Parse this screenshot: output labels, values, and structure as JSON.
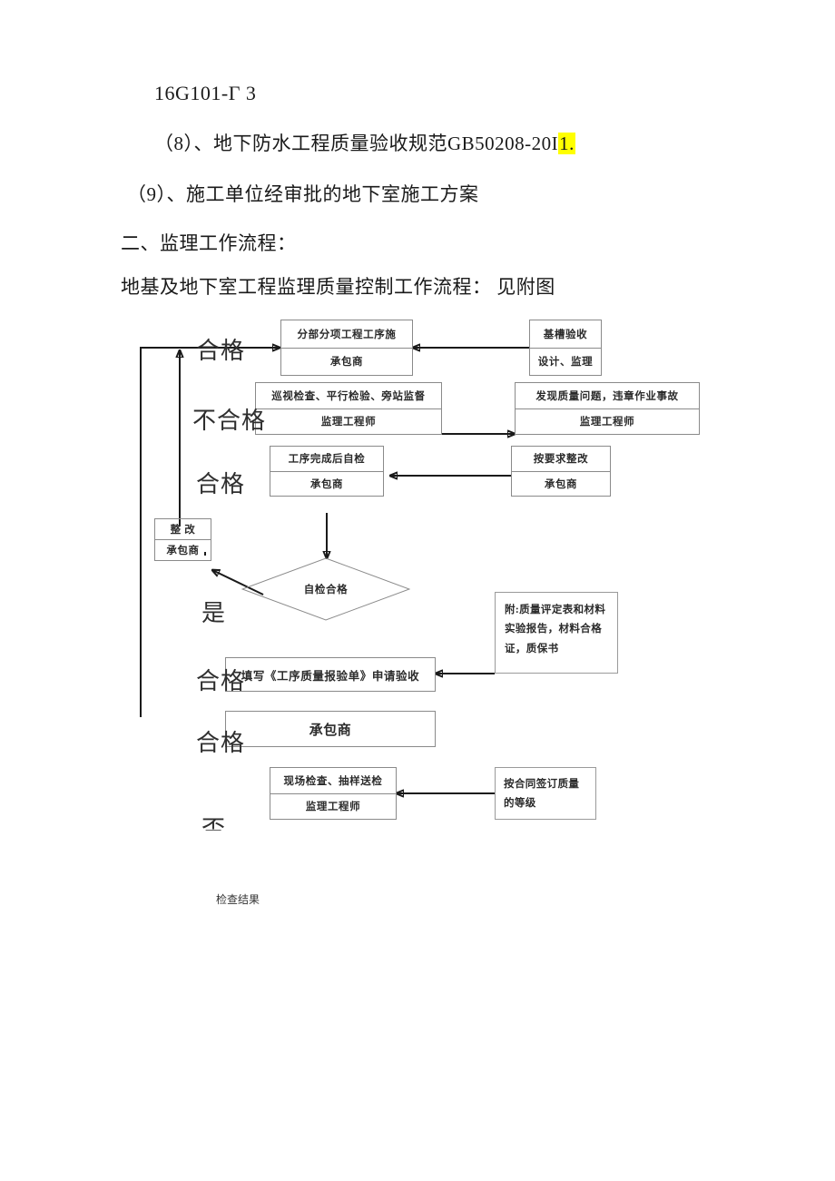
{
  "document": {
    "paragraphs": [
      {
        "id": "code_ref",
        "text": "16G101-Γ 3"
      },
      {
        "id": "item_8_pre",
        "text": "（8）、地下防水工程质量验收规范GB50208-20I",
        "highlight": "1."
      },
      {
        "id": "item_9",
        "text": "（9）、施工单位经审批的地下室施工方案"
      },
      {
        "id": "section_2",
        "text": "二、监理工作流程："
      },
      {
        "id": "flow_intro",
        "text": "地基及地下室工程监理质量控制工作流程： 见附图"
      }
    ]
  },
  "flowchart": {
    "caption": "检查结果",
    "nodes": {
      "process_start": {
        "top": "分部分项工程工序施",
        "bottom": "承包商"
      },
      "trench_accept": {
        "top": "基槽验收",
        "bottom": "设计、监理"
      },
      "inspection": {
        "top": "巡视检查、平行检验、旁站监督",
        "bottom": "监理工程师"
      },
      "quality_issue": {
        "top": "发现质量问题，违章作业事故",
        "bottom": "监理工程师"
      },
      "self_check": {
        "top": "工序完成后自检",
        "bottom": "承包商"
      },
      "rectify_request": {
        "top": "按要求整改",
        "bottom": "承包商"
      },
      "rectify": {
        "top": "整 改",
        "bottom": "承包商"
      },
      "decision": {
        "label": "自检合格"
      },
      "report_form": {
        "label": "填写《工序质量报验单》申请验收"
      },
      "contractor": {
        "label": "承包商"
      },
      "site_check": {
        "top": "现场检查、抽样送检",
        "bottom": "监理工程师"
      }
    },
    "notes": {
      "attachments": [
        "附:质量评定表和材料",
        "实验报告，材料合格",
        "证，质保书"
      ],
      "contract_grade": [
        "按合同签订质量",
        "的等级"
      ]
    },
    "branch_labels": [
      {
        "id": "pass_1",
        "text": "合格"
      },
      {
        "id": "fail_1",
        "text": "不合格"
      },
      {
        "id": "pass_2",
        "text": "合格"
      },
      {
        "id": "yes_1",
        "text": "是"
      },
      {
        "id": "pass_3",
        "text": "合格"
      },
      {
        "id": "pass_4",
        "text": "合格"
      },
      {
        "id": "no_1",
        "text": "否"
      }
    ]
  },
  "colors": {
    "highlight": "#ffff00",
    "line": "#1a1a1a",
    "box_border": "#8a8a8a"
  }
}
